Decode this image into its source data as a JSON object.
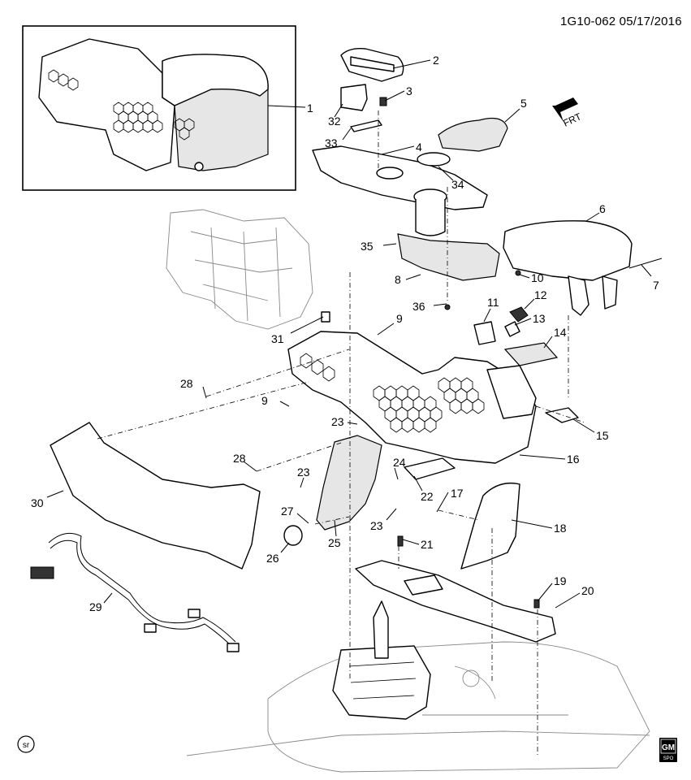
{
  "header": {
    "doc_id": "1G10-062  05/17/2016"
  },
  "logos": {
    "sr": "sr",
    "gm_top": "GM",
    "gm_bottom": "SPO"
  },
  "direction": {
    "label": "FRT"
  },
  "callouts": [
    "1",
    "2",
    "3",
    "4",
    "5",
    "6",
    "7",
    "8",
    "9",
    "9",
    "10",
    "11",
    "12",
    "13",
    "14",
    "15",
    "16",
    "17",
    "18",
    "19",
    "20",
    "21",
    "22",
    "23",
    "23",
    "23",
    "24",
    "25",
    "26",
    "27",
    "28",
    "28",
    "29",
    "30",
    "31",
    "32",
    "33",
    "34",
    "35",
    "36"
  ]
}
